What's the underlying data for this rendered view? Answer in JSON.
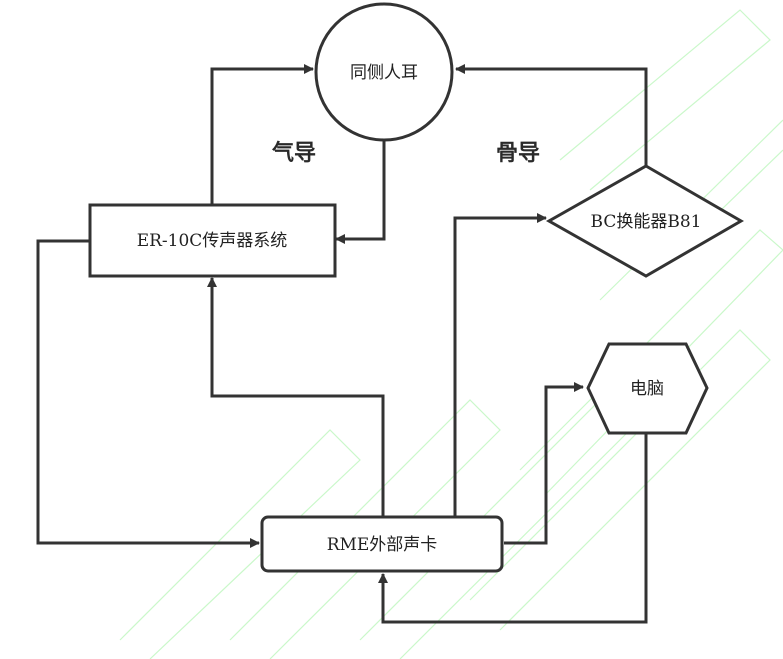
{
  "diagram": {
    "nodes": {
      "ear": {
        "label": "同侧人耳"
      },
      "er10c": {
        "label": "ER-10C传声器系统"
      },
      "bc": {
        "label": "BC换能器B81"
      },
      "computer": {
        "label": "电脑"
      },
      "rme": {
        "label": "RME外部声卡"
      }
    },
    "labels": {
      "air": "气导",
      "bone": "骨导"
    },
    "edges": [
      {
        "from": "er10c",
        "to": "ear"
      },
      {
        "from": "ear",
        "to": "er10c"
      },
      {
        "from": "bc",
        "to": "ear"
      },
      {
        "from": "er10c",
        "to": "rme"
      },
      {
        "from": "rme",
        "to": "er10c"
      },
      {
        "from": "rme",
        "to": "bc"
      },
      {
        "from": "rme",
        "to": "computer"
      },
      {
        "from": "computer",
        "to": "rme"
      }
    ],
    "colors": {
      "stroke": "#333333",
      "watermark": "#9ef29e"
    }
  }
}
